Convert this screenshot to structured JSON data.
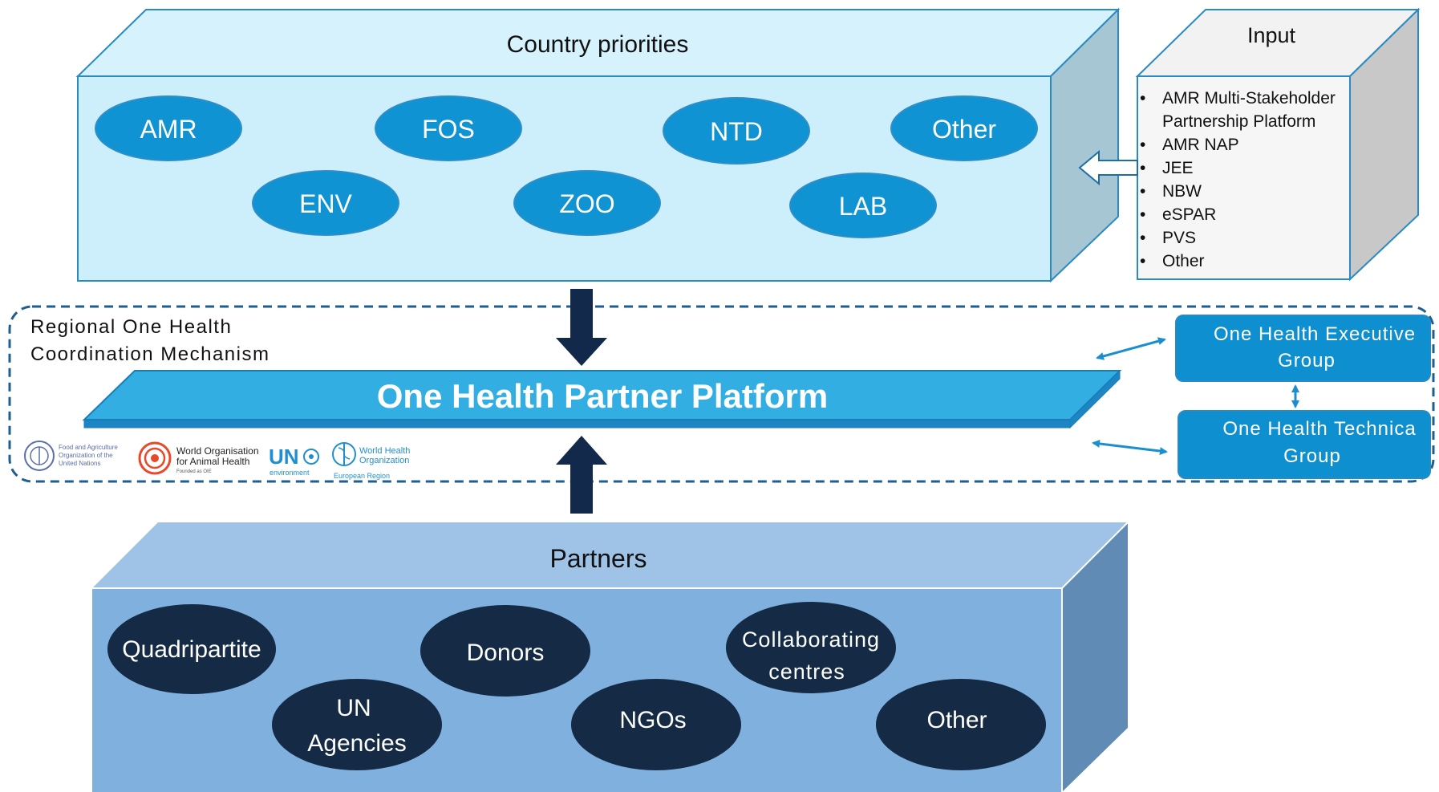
{
  "country_box": {
    "title": "Country priorities",
    "items": [
      "AMR",
      "FOS",
      "NTD",
      "Other",
      "ENV",
      "ZOO",
      "LAB"
    ]
  },
  "input_box": {
    "title": "Input",
    "items": [
      "AMR Multi-Stakeholder",
      "Partnership Platform",
      "AMR NAP",
      "JEE",
      "NBW",
      "eSPAR",
      "PVS",
      "Other"
    ]
  },
  "regional": {
    "label_line1": "Regional One Health",
    "label_line2": "Coordination Mechanism",
    "platform_title": "One Health Partner Platform",
    "executive_group": [
      "One Health Executive",
      "Group"
    ],
    "technical_group": [
      "One Health Technica",
      "Group"
    ],
    "logos": {
      "fao": [
        "Food and Agriculture",
        "Organization of the",
        "United Nations"
      ],
      "woah": [
        "World Organisation",
        "for Animal Health",
        "Founded as OIE"
      ],
      "unep": [
        "UN",
        "environment"
      ],
      "who": [
        "World Health",
        "Organization",
        "European Region"
      ]
    }
  },
  "partners_box": {
    "title": "Partners",
    "items": [
      "Quadripartite",
      "Donors",
      "Collaborating",
      "centres",
      "UN",
      "Agencies",
      "NGOs",
      "Other"
    ]
  },
  "colors": {
    "country_front": "#cdeefb",
    "country_top": "#d6f2fd",
    "country_side": "#a6c6d3",
    "ellipse_light": "#0f93d2",
    "platform": "#33aee3",
    "arrow_dark": "#13294b",
    "partners_front": "#7fb0de",
    "partners_top": "#9fc3e7",
    "partners_side": "#5f8bb5",
    "ellipse_dark": "#152a45",
    "group_box": "#0e8fd0"
  }
}
